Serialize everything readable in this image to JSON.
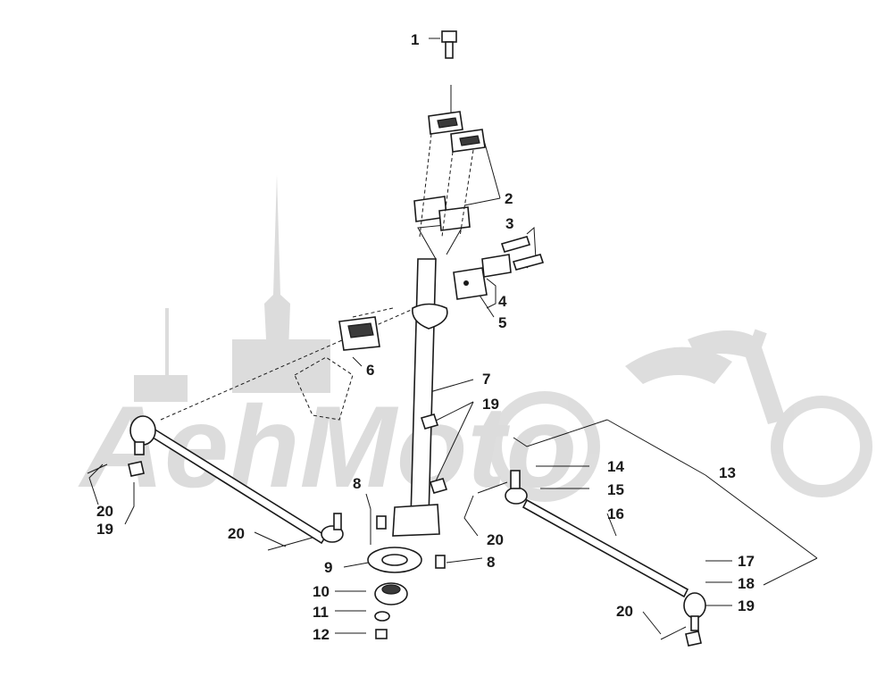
{
  "diagram": {
    "callouts": [
      {
        "id": "c1",
        "text": "1"
      },
      {
        "id": "c2",
        "text": "2"
      },
      {
        "id": "c3",
        "text": "3"
      },
      {
        "id": "c4",
        "text": "4"
      },
      {
        "id": "c5",
        "text": "5"
      },
      {
        "id": "c6",
        "text": "6"
      },
      {
        "id": "c7",
        "text": "7"
      },
      {
        "id": "c19a",
        "text": "19"
      },
      {
        "id": "c8a",
        "text": "8"
      },
      {
        "id": "c9",
        "text": "9"
      },
      {
        "id": "c8b",
        "text": "8"
      },
      {
        "id": "c10",
        "text": "10"
      },
      {
        "id": "c11",
        "text": "11"
      },
      {
        "id": "c12",
        "text": "12"
      },
      {
        "id": "c20a",
        "text": "20"
      },
      {
        "id": "c19b",
        "text": "19"
      },
      {
        "id": "c20b",
        "text": "20"
      },
      {
        "id": "c13",
        "text": "13"
      },
      {
        "id": "c14",
        "text": "14"
      },
      {
        "id": "c15",
        "text": "15"
      },
      {
        "id": "c16",
        "text": "16"
      },
      {
        "id": "c20c",
        "text": "20"
      },
      {
        "id": "c17",
        "text": "17"
      },
      {
        "id": "c18",
        "text": "18"
      },
      {
        "id": "c20d",
        "text": "20"
      },
      {
        "id": "c19c",
        "text": "19"
      }
    ]
  },
  "watermark": {
    "text": "AehMoto"
  },
  "colors": {
    "ink": "#1a1a1a",
    "watermark": "#dcdcdc",
    "background": "#ffffff"
  }
}
